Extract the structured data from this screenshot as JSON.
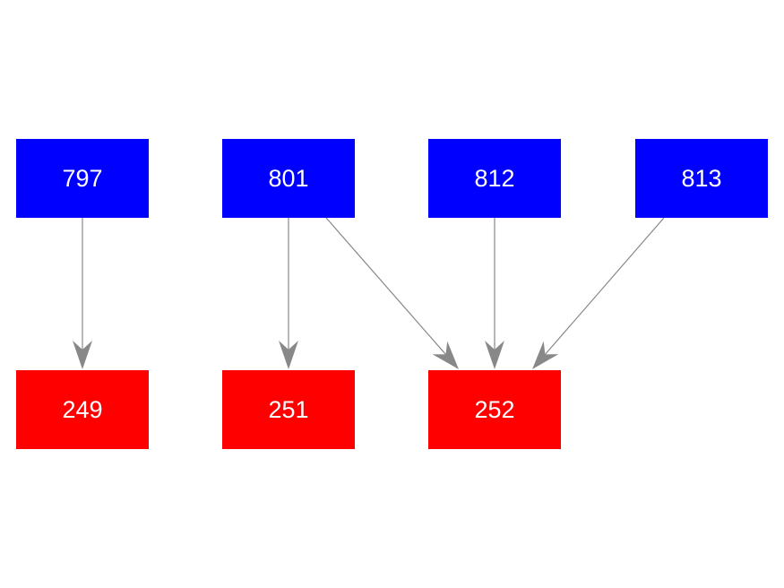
{
  "colors": {
    "source_fill": "#0000ff",
    "target_fill": "#ff0000",
    "edge": "#888888",
    "label": "#ffffff"
  },
  "nodes": {
    "n797": {
      "label": "797",
      "group": "source"
    },
    "n801": {
      "label": "801",
      "group": "source"
    },
    "n812": {
      "label": "812",
      "group": "source"
    },
    "n813": {
      "label": "813",
      "group": "source"
    },
    "n249": {
      "label": "249",
      "group": "target"
    },
    "n251": {
      "label": "251",
      "group": "target"
    },
    "n252": {
      "label": "252",
      "group": "target"
    }
  },
  "edges": [
    {
      "from": "797",
      "to": "249"
    },
    {
      "from": "801",
      "to": "251"
    },
    {
      "from": "801",
      "to": "252"
    },
    {
      "from": "812",
      "to": "252"
    },
    {
      "from": "813",
      "to": "252"
    }
  ]
}
